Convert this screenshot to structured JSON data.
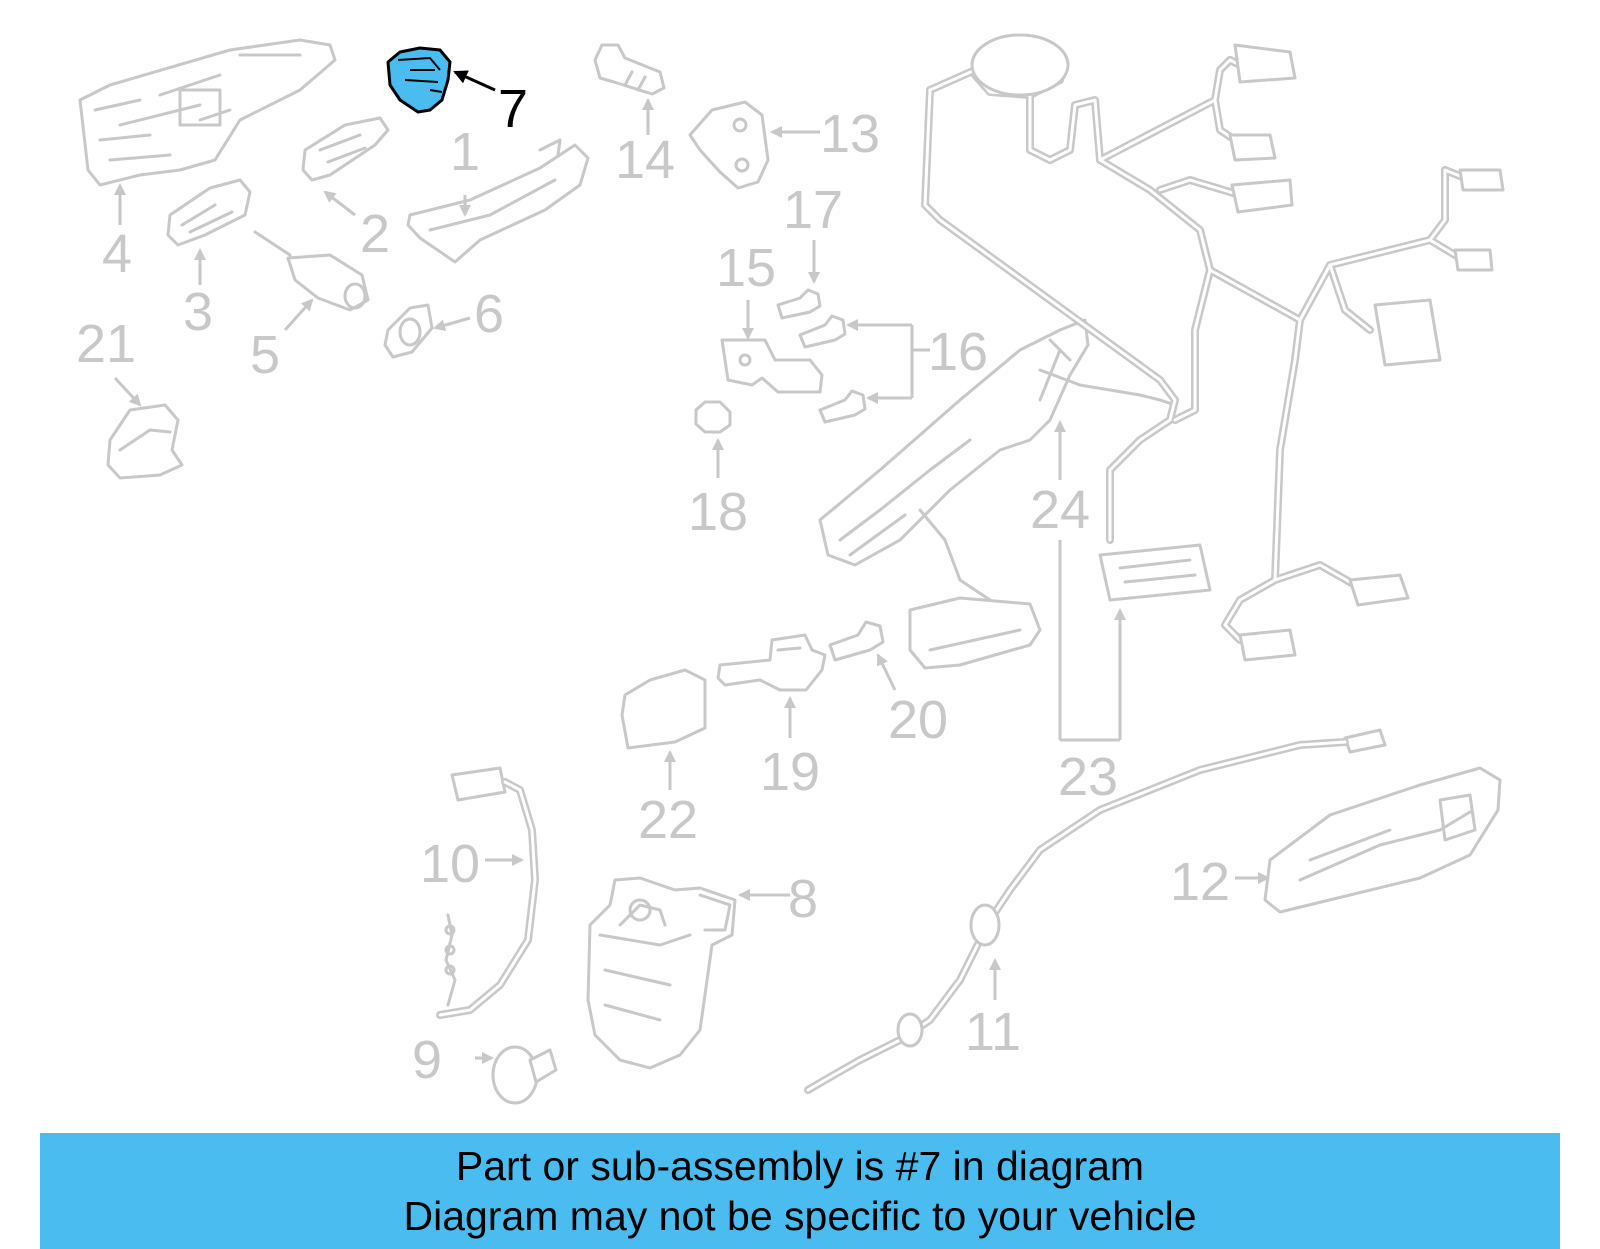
{
  "callouts": [
    "1",
    "2",
    "3",
    "4",
    "5",
    "6",
    "7",
    "8",
    "9",
    "10",
    "11",
    "12",
    "13",
    "14",
    "15",
    "16",
    "17",
    "18",
    "19",
    "20",
    "21",
    "22",
    "23",
    "24"
  ],
  "highlight_part": "7",
  "colors": {
    "highlight": "#4bbcf0",
    "banner": "#4bbcf0",
    "parts": "#c8c8c8",
    "text": "#000000"
  },
  "banner": {
    "line1": "Part or sub-assembly is #7 in diagram",
    "line2": "Diagram may not be specific to your vehicle"
  }
}
